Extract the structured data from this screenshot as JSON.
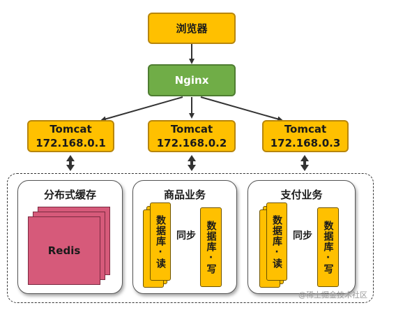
{
  "browser": "浏览器",
  "nginx": "Nginx",
  "tomcats": [
    {
      "name": "Tomcat",
      "ip": "172.168.0.1"
    },
    {
      "name": "Tomcat",
      "ip": "172.168.0.2"
    },
    {
      "name": "Tomcat",
      "ip": "172.168.0.3"
    }
  ],
  "cache_panel": {
    "title": "分布式缓存",
    "store": "Redis"
  },
  "product_panel": {
    "title": "商品业务",
    "read_db": "数据库·读",
    "write_db": "数据库·写",
    "sync": "同步"
  },
  "payment_panel": {
    "title": "支付业务",
    "read_db": "数据库·读",
    "write_db": "数据库·写",
    "sync": "同步"
  },
  "watermark": "@稀土掘金技术社区",
  "colors": {
    "box_fill": "#ffc000",
    "nginx_fill": "#70ad47",
    "redis_fill": "#d65a7a"
  }
}
